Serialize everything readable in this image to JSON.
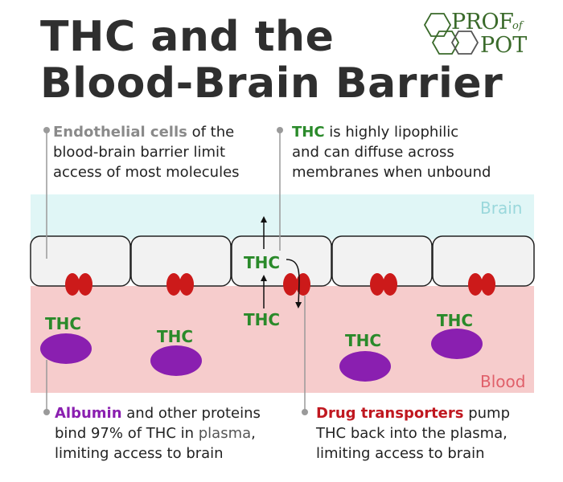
{
  "title": {
    "line1": "THC and the",
    "line2": "Blood-Brain Barrier"
  },
  "logo": {
    "prof": "PROF",
    "of": "of",
    "pot": "POT"
  },
  "notes": {
    "endothelial": {
      "term": "Endothelial cells",
      "rest1": " of the",
      "line2": "blood-brain barrier limit",
      "line3": "access of most molecules"
    },
    "thc": {
      "term": "THC",
      "rest1": " is highly lipophilic",
      "line2": "and can diffuse across",
      "line3": "membranes when unbound"
    },
    "albumin": {
      "term": "Albumin",
      "rest1": " and other proteins",
      "line2a": "bind 97% of THC in ",
      "line2b": "plasma",
      "line2c": ",",
      "line3": "limiting access to brain"
    },
    "transporters": {
      "term": "Drug transporters",
      "rest1": " pump",
      "line2": "THC back into the plasma,",
      "line3": "limiting access to brain"
    }
  },
  "zones": {
    "brain": "Brain",
    "blood": "Blood"
  },
  "molecule_label": "THC",
  "colors": {
    "brain_bg": "#e0f6f6",
    "blood_bg": "#f6cccc",
    "cell_fill": "#f2f2f2",
    "transporter": "#cc1a1a",
    "albumin": "#8a1fb0",
    "thc_text": "#2a8a2a"
  }
}
